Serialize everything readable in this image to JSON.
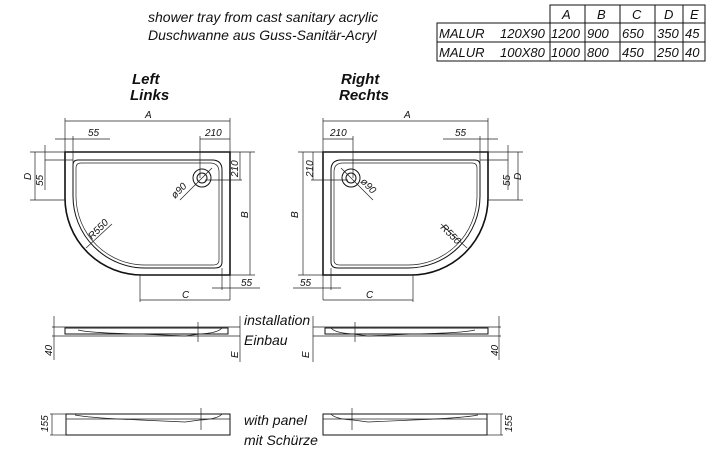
{
  "header": {
    "line_en": "shower tray from cast sanitary acrylic",
    "line_de": "Duschwanne aus Guss-Sanitär-Acryl"
  },
  "table": {
    "columns": [
      "A",
      "B",
      "C",
      "D",
      "E"
    ],
    "rows": [
      {
        "model": "MALUR",
        "size": "120X90",
        "values": [
          "1200",
          "900",
          "650",
          "350",
          "45"
        ]
      },
      {
        "model": "MALUR",
        "size": "100X80",
        "values": [
          "1000",
          "800",
          "450",
          "250",
          "40"
        ]
      }
    ]
  },
  "views": {
    "left": {
      "title_en": "Left",
      "title_de": "Links"
    },
    "right": {
      "title_en": "Right",
      "title_de": "Rechts"
    }
  },
  "dimensions": {
    "A": "A",
    "B": "B",
    "C": "C",
    "D": "D",
    "E": "E",
    "rim": "55",
    "drain_offset": "210",
    "drain_dia": "ø90",
    "radius": "R550",
    "height_install": "40",
    "height_panel": "155"
  },
  "labels": {
    "installation_en": "installation",
    "installation_de": "Einbau",
    "panel_en": "with panel",
    "panel_de": "mit Schürze"
  }
}
